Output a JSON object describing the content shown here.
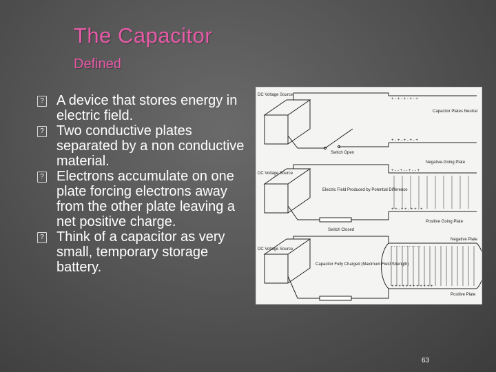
{
  "slide": {
    "title": "The Capacitor",
    "subtitle": "Defined",
    "bullet_icon": "box-bullet-icon",
    "bullets": [
      "A device that stores energy in electric field.",
      "Two conductive plates separated by a non conductive material.",
      "Electrons accumulate on one plate forcing electrons away from the other plate leaving a net positive charge.",
      "Think of a capacitor as very small, temporary storage battery."
    ],
    "page_number": "63",
    "colors": {
      "title": "#e85aa8",
      "text": "#ffffff",
      "background": "#565656"
    }
  },
  "figure": {
    "panel1": {
      "source_label": "DC Voltage Source",
      "switch_label": "Switch Open",
      "plate_label": "Capacitor Plates Neutral",
      "plate_top": "+ - + - + - + - +",
      "plate_bottom": "+ - + - + - + - +"
    },
    "panel2": {
      "source_label": "DC Voltage Source",
      "field_label": "Electric Field Produced by Potential Difference",
      "switch_label": "Switch Closed",
      "negative_label": "Negative-Going Plate",
      "positive_label": "Positive Going Plate",
      "plate_top": "+ - - + - - + - - +",
      "plate_bottom": "+ + - + + - + + - +"
    },
    "panel3": {
      "source_label": "DC Voltage Source",
      "charged_label": "Capacitor Fully Charged (Maximum Field Strength)",
      "negative_label": "Negative Plate",
      "positive_label": "Positive Plate",
      "plate_top": "- - - - - - - - - - - -",
      "plate_bottom": "+ + + + + + + + + + + +"
    }
  }
}
